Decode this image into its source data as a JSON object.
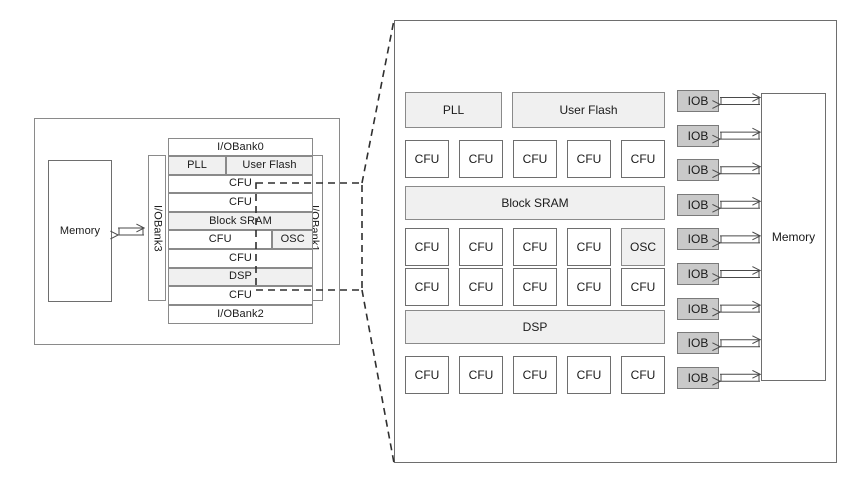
{
  "figure": {
    "type": "block-diagram",
    "description": "FPGA architecture block diagram with overview on the left and a zoomed detail view on the right",
    "colors": {
      "shaded_fill": "#f0f0f0",
      "iob_fill": "#c9c9c9",
      "stroke": "#8a8a8a",
      "dashed_stroke": "#333333",
      "background": "#ffffff"
    }
  },
  "overview": {
    "memory_label": "Memory",
    "bank_top": "I/OBank0",
    "bank_bottom": "I/OBank2",
    "bank_left": "I/OBank3",
    "bank_right": "I/OBank1",
    "rows": [
      {
        "cells": [
          {
            "label": "PLL",
            "shaded": true
          },
          {
            "label": "User Flash",
            "shaded": true
          }
        ]
      },
      {
        "cells": [
          {
            "label": "CFU",
            "shaded": false
          }
        ]
      },
      {
        "cells": [
          {
            "label": "CFU",
            "shaded": false
          }
        ]
      },
      {
        "cells": [
          {
            "label": "Block SRAM",
            "shaded": true
          }
        ]
      },
      {
        "cells": [
          {
            "label": "CFU",
            "shaded": false
          },
          {
            "label": "OSC",
            "shaded": true
          }
        ]
      },
      {
        "cells": [
          {
            "label": "CFU",
            "shaded": false
          }
        ]
      },
      {
        "cells": [
          {
            "label": "DSP",
            "shaded": true
          }
        ]
      },
      {
        "cells": [
          {
            "label": "CFU",
            "shaded": false
          }
        ]
      }
    ]
  },
  "detail": {
    "memory_label": "Memory",
    "iob_label": "IOB",
    "iob_count": 9,
    "rows": [
      {
        "kind": "wide",
        "cells": [
          {
            "label": "PLL",
            "shaded": true
          },
          {
            "label": "User Flash",
            "shaded": true
          }
        ]
      },
      {
        "kind": "cfu",
        "cells": [
          {
            "label": "CFU",
            "shaded": false
          },
          {
            "label": "CFU",
            "shaded": false
          },
          {
            "label": "CFU",
            "shaded": false
          },
          {
            "label": "CFU",
            "shaded": false
          },
          {
            "label": "CFU",
            "shaded": false
          }
        ]
      },
      {
        "kind": "wide",
        "cells": [
          {
            "label": "Block SRAM",
            "shaded": true
          }
        ]
      },
      {
        "kind": "cfu",
        "cells": [
          {
            "label": "CFU",
            "shaded": false
          },
          {
            "label": "CFU",
            "shaded": false
          },
          {
            "label": "CFU",
            "shaded": false
          },
          {
            "label": "CFU",
            "shaded": false
          },
          {
            "label": "OSC",
            "shaded": true
          }
        ]
      },
      {
        "kind": "cfu",
        "cells": [
          {
            "label": "CFU",
            "shaded": false
          },
          {
            "label": "CFU",
            "shaded": false
          },
          {
            "label": "CFU",
            "shaded": false
          },
          {
            "label": "CFU",
            "shaded": false
          },
          {
            "label": "CFU",
            "shaded": false
          }
        ]
      },
      {
        "kind": "wide",
        "cells": [
          {
            "label": "DSP",
            "shaded": true
          }
        ]
      },
      {
        "kind": "cfu",
        "cells": [
          {
            "label": "CFU",
            "shaded": false
          },
          {
            "label": "CFU",
            "shaded": false
          },
          {
            "label": "CFU",
            "shaded": false
          },
          {
            "label": "CFU",
            "shaded": false
          },
          {
            "label": "CFU",
            "shaded": false
          }
        ]
      }
    ]
  }
}
